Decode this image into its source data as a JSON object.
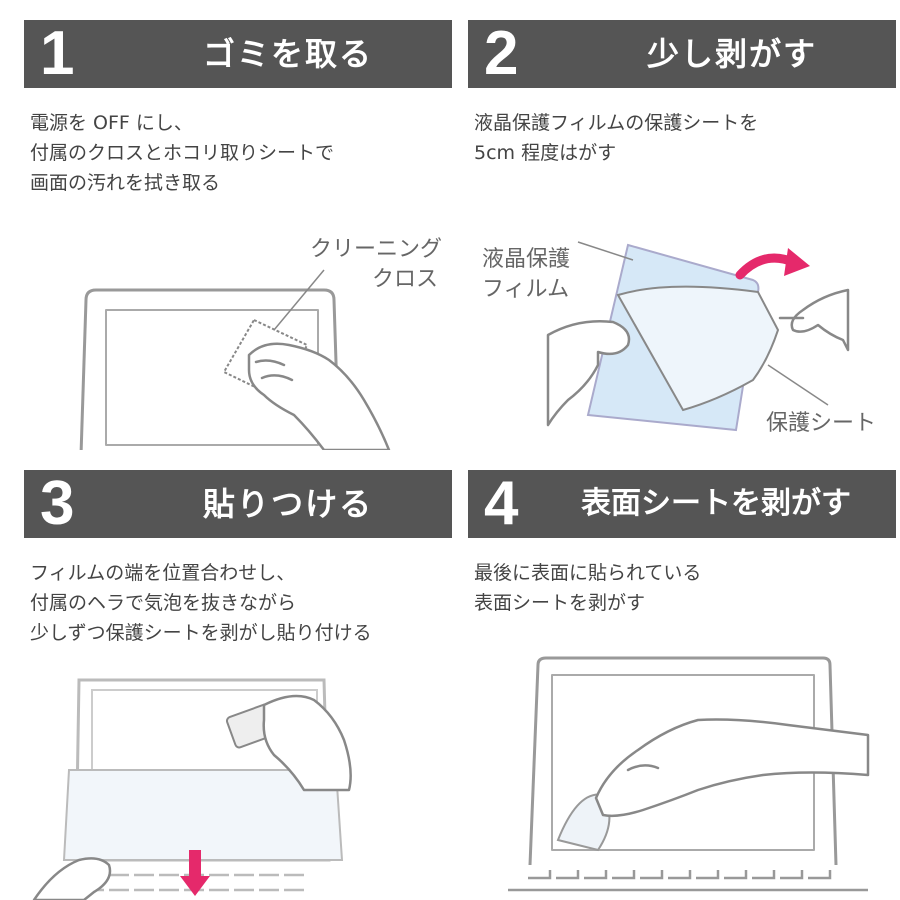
{
  "steps": [
    {
      "number": "1",
      "title": "ゴミを取る",
      "lines": [
        "電源を OFF にし、",
        "付属のクロスとホコリ取りシートで",
        "画面の汚れを拭き取る"
      ],
      "labels": [
        "クリーニング",
        "クロス"
      ]
    },
    {
      "number": "2",
      "title": "少し剥がす",
      "lines": [
        "液晶保護フィルムの保護シートを",
        "5cm 程度はがす"
      ],
      "labels": [
        "液晶保護",
        "フィルム",
        "保護シート"
      ]
    },
    {
      "number": "3",
      "title": "貼りつける",
      "lines": [
        "フィルムの端を位置合わせし、",
        "付属のヘラで気泡を抜きながら",
        "少しずつ保護シートを剥がし貼り付ける"
      ]
    },
    {
      "number": "4",
      "title": "表面シートを剥がす",
      "lines": [
        "最後に表面に貼られている",
        "表面シートを剥がす"
      ]
    }
  ],
  "colors": {
    "header_bg": "#555555",
    "accent_arrow": "#e5296b",
    "film_blue": "#d6e8f7",
    "line_gray": "#888888"
  },
  "icons": [
    "laptop-illustration",
    "hand-illustration",
    "cloth-illustration",
    "arrow-icon"
  ]
}
